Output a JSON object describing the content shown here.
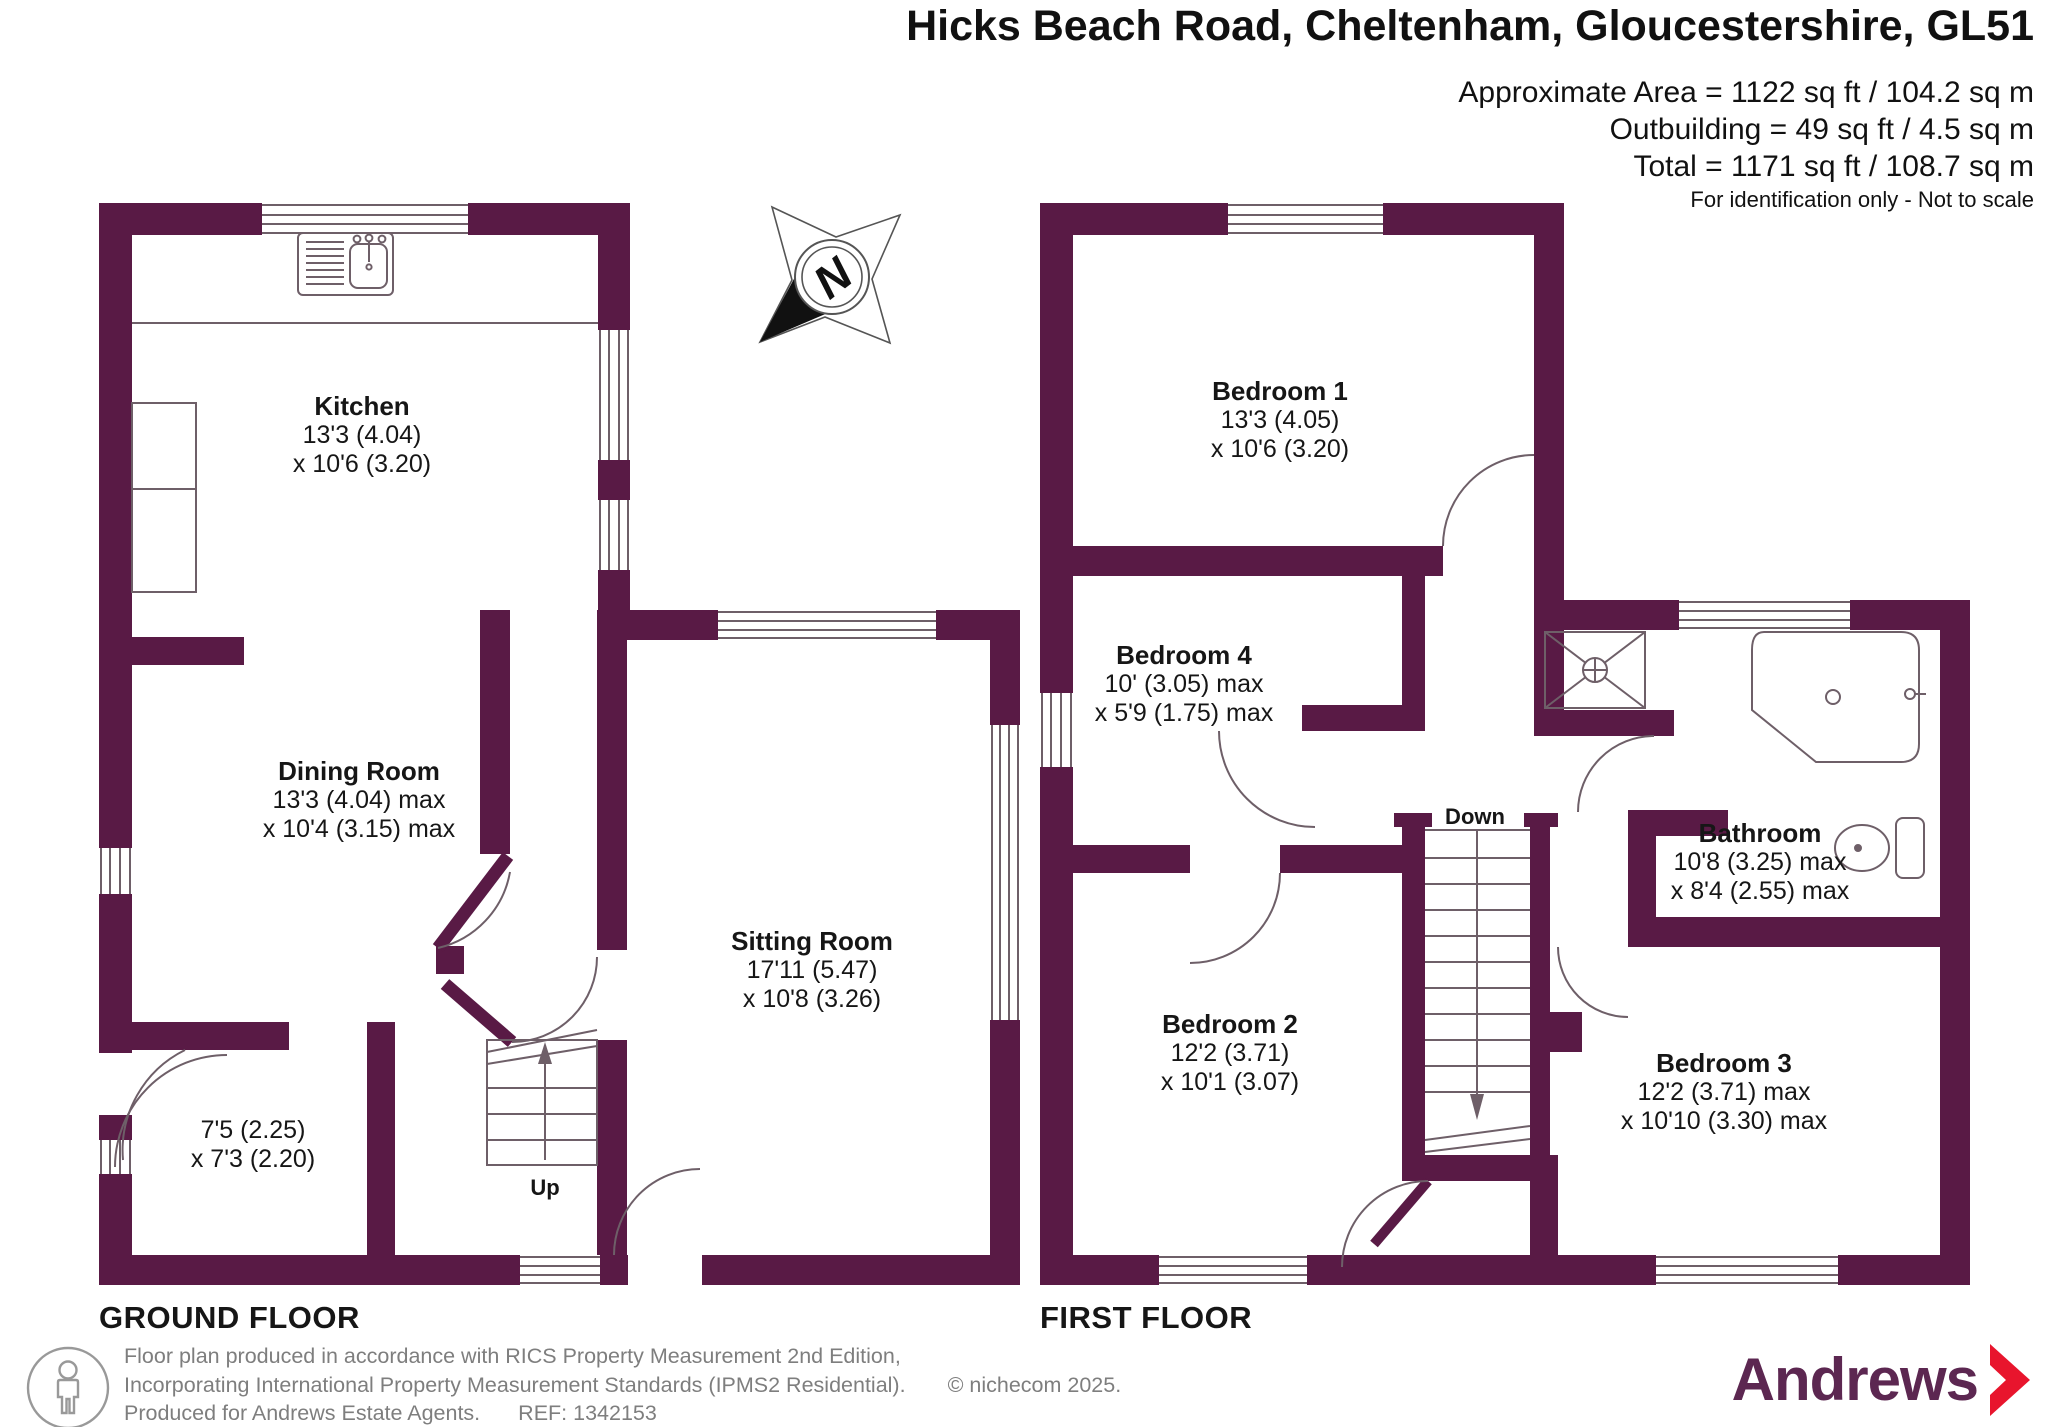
{
  "header": {
    "title": "Hicks Beach Road, Cheltenham, Gloucestershire, GL51",
    "area_line1": "Approximate Area = 1122 sq ft / 104.2 sq m",
    "area_line2": "Outbuilding = 49 sq ft / 4.5 sq m",
    "area_line3": "Total = 1171 sq ft / 108.7 sq m",
    "note": "For identification only - Not to scale"
  },
  "compass": {
    "letter": "N"
  },
  "floors": {
    "ground": {
      "caption": "GROUND FLOOR",
      "stairs_label": "Up",
      "rooms": {
        "kitchen": {
          "name": "Kitchen",
          "d1": "13'3 (4.04)",
          "d2": "x 10'6 (3.20)"
        },
        "dining": {
          "name": "Dining Room",
          "d1": "13'3 (4.04) max",
          "d2": "x 10'4 (3.15) max"
        },
        "sitting": {
          "name": "Sitting Room",
          "d1": "17'11 (5.47)",
          "d2": "x 10'8 (3.26)"
        },
        "store": {
          "name": "",
          "d1": "7'5 (2.25)",
          "d2": "x 7'3 (2.20)"
        }
      }
    },
    "first": {
      "caption": "FIRST FLOOR",
      "stairs_label": "Down",
      "rooms": {
        "bedroom1": {
          "name": "Bedroom 1",
          "d1": "13'3 (4.05)",
          "d2": "x 10'6 (3.20)"
        },
        "bedroom4": {
          "name": "Bedroom 4",
          "d1": "10' (3.05) max",
          "d2": "x 5'9 (1.75) max"
        },
        "bathroom": {
          "name": "Bathroom",
          "d1": "10'8 (3.25) max",
          "d2": "x 8'4 (2.55) max"
        },
        "bedroom2": {
          "name": "Bedroom 2",
          "d1": "12'2 (3.71)",
          "d2": "x 10'1 (3.07)"
        },
        "bedroom3": {
          "name": "Bedroom 3",
          "d1": "12'2 (3.71) max",
          "d2": "x 10'10 (3.30) max"
        }
      }
    }
  },
  "footer": {
    "line1": "Floor plan produced in accordance with RICS Property Measurement 2nd Edition,",
    "line2": "Incorporating International Property Measurement Standards (IPMS2 Residential).",
    "copyright": "© nichecom 2025.",
    "line3": "Produced for Andrews Estate Agents.",
    "ref": "REF: 1342153"
  },
  "logo": {
    "brand": "Andrews"
  },
  "colors": {
    "wall": "#591a45",
    "fixture": "#6e5f68",
    "logo_plum": "#5c2751",
    "logo_red": "#e8152d"
  }
}
